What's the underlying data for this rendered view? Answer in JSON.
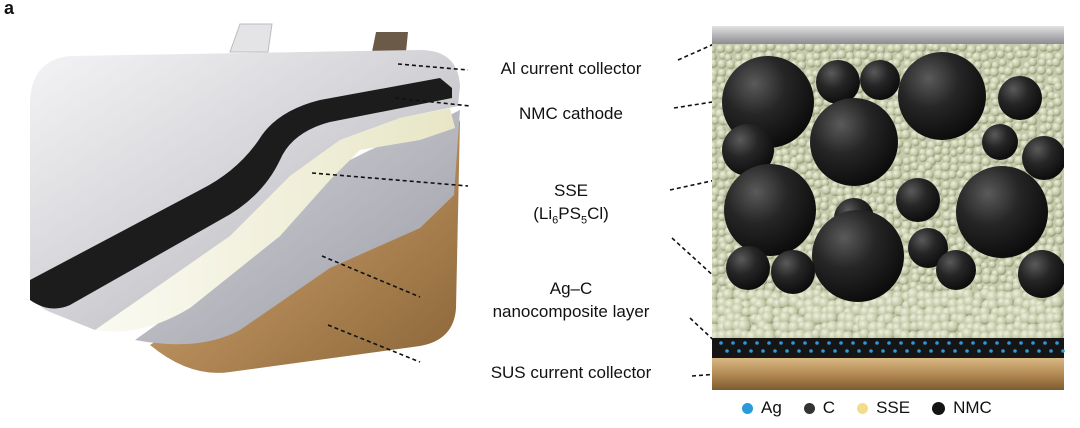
{
  "panel": {
    "letter": "a"
  },
  "labels": {
    "al": "Al current collector",
    "nmc": "NMC cathode",
    "sse_line1": "SSE",
    "sse_formula": {
      "pre": "(Li",
      "s1": "6",
      "mid": "PS",
      "s2": "5",
      "post": "Cl)"
    },
    "agc_line1": "Ag–C",
    "agc_line2": "nanocomposite layer",
    "sus": "SUS current collector"
  },
  "legend": [
    {
      "label": "Ag",
      "color": "#2b9ad8",
      "icon": "ag-particle-icon"
    },
    {
      "label": "C",
      "color": "#333333",
      "icon": "carbon-particle-icon"
    },
    {
      "label": "SSE",
      "color": "#f3dc8a",
      "icon": "sse-particle-icon"
    },
    {
      "label": "NMC",
      "color": "#141414",
      "icon": "nmc-particle-icon"
    }
  ],
  "colors": {
    "aluminum": "#c9c9cd",
    "nmc": "#1c1c1c",
    "sse": "#bfc4a6",
    "sse_layer": "#ecead0",
    "agc_layer": "#101010",
    "sus": "#b8905c",
    "ag_dot": "#2b9ad8"
  }
}
